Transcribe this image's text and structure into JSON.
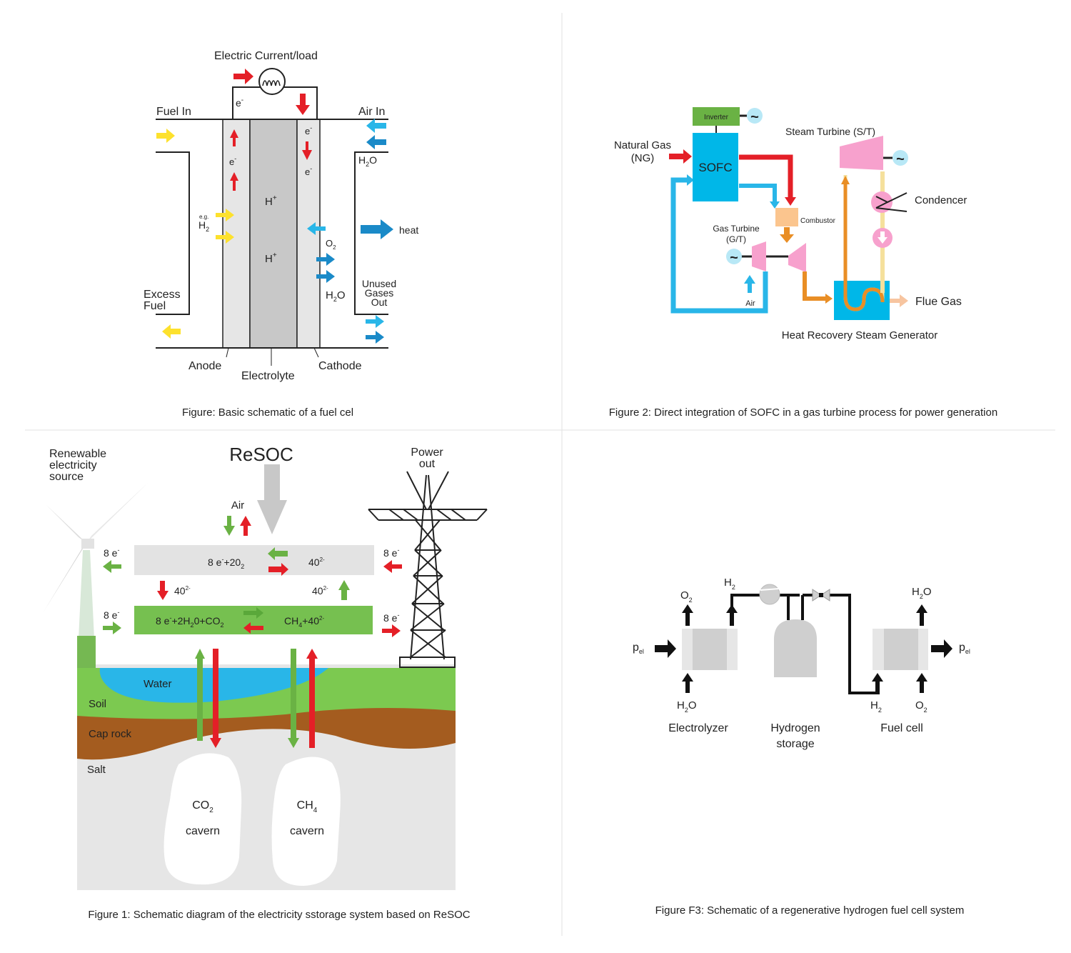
{
  "colors": {
    "red": "#e41f27",
    "yellow": "#fde12d",
    "light_blue": "#29b6e8",
    "dark_blue": "#1a8ac8",
    "sofc_blue": "#00b7e8",
    "inverter_green": "#6ab244",
    "pink": "#f7a1cd",
    "combustor_peach": "#fbc58e",
    "orange_pipe": "#e98e25",
    "resoc_green": "#76c050",
    "resoc_grey": "#e3e3e3",
    "soil_green": "#7cc950",
    "cap_rock_brown": "#a45c1f",
    "water_blue": "#29b6e8",
    "salt_grey": "#e6e6e6"
  },
  "fig_fuel_cell": {
    "caption": "Figure: Basic schematic of a fuel cel",
    "load_label": "Electric Current/load",
    "fuel_in": "Fuel In",
    "air_in": "Air In",
    "h2o_top_a": "H",
    "h2o_top_sub": "2",
    "h2o_top_b": "O",
    "heat": "heat",
    "excess_fuel_1": "Excess",
    "excess_fuel_2": "Fuel",
    "unused_1": "Unused",
    "unused_2": "Gases",
    "unused_3": "Out",
    "eg": "e.g.",
    "h2_a": "H",
    "h2_sub": "2",
    "o2_a": "O",
    "o2_sub": "2",
    "h2o_a": "H",
    "h2o_sub": "2",
    "h2o_b": "O",
    "hplus_a": "H",
    "hplus_sup": "+",
    "electron": "e",
    "minus": "-",
    "anode": "Anode",
    "electrolyte": "Electrolyte",
    "cathode": "Cathode"
  },
  "fig_sofc": {
    "caption": "Figure 2: Direct integration of SOFC in a gas turbine process for power generation",
    "inverter": "Inverter",
    "natural_gas_1": "Natural Gas",
    "natural_gas_2": "(NG)",
    "sofc": "SOFC",
    "steam_turbine": "Steam Turbine  (S/T)",
    "condencer": "Condencer",
    "combustor": "Combustor",
    "gas_turbine_1": "Gas Turbine",
    "gas_turbine_2": "(G/T)",
    "air": "Air",
    "flue_gas": "Flue Gas",
    "hrsg": "Heat Recovery Steam Generator",
    "ac_symbol": "~"
  },
  "fig_resoc": {
    "caption": "Figure 1: Schematic diagram of the electricity sstorage system based on ReSOC",
    "title": "ReSOC",
    "renewable_1": "Renewable",
    "renewable_2": "electricity",
    "renewable_3": "source",
    "power_out_1": "Power",
    "power_out_2": "out",
    "air": "Air",
    "e8": "8 e",
    "minus": "-",
    "top_left_formula_a": "8 e",
    "top_left_formula_b": "+20",
    "top_left_formula_sub": "2",
    "o2minus_a": "40",
    "o2minus_sup": "2-",
    "bottom_formula_a": "8 e",
    "bottom_formula_b": "+2H",
    "bottom_formula_sub1": "2",
    "bottom_formula_c": "0+CO",
    "bottom_formula_sub2": "2",
    "ch4_a": "CH",
    "ch4_sub": "4",
    "ch4_b": "+40",
    "ch4_sup": "2-",
    "water": "Water",
    "soil": "Soil",
    "cap_rock": "Cap rock",
    "salt": "Salt",
    "co2_a": "CO",
    "co2_sub": "2",
    "cavern": "cavern",
    "ch4_cav_a": "CH",
    "ch4_cav_sub": "4"
  },
  "fig_regen": {
    "caption": "Figure F3: Schematic of a regenerative hydrogen fuel cell system",
    "p_a": "p",
    "p_sub": "el",
    "o2_a": "O",
    "o2_sub": "2",
    "h2_a": "H",
    "h2_sub": "2",
    "h2o_a": "H",
    "h2o_sub": "2",
    "h2o_b": "O",
    "electrolyzer": "Electrolyzer",
    "hydrogen_1": "Hydrogen",
    "hydrogen_2": "storage",
    "fuel_cell": "Fuel cell"
  }
}
